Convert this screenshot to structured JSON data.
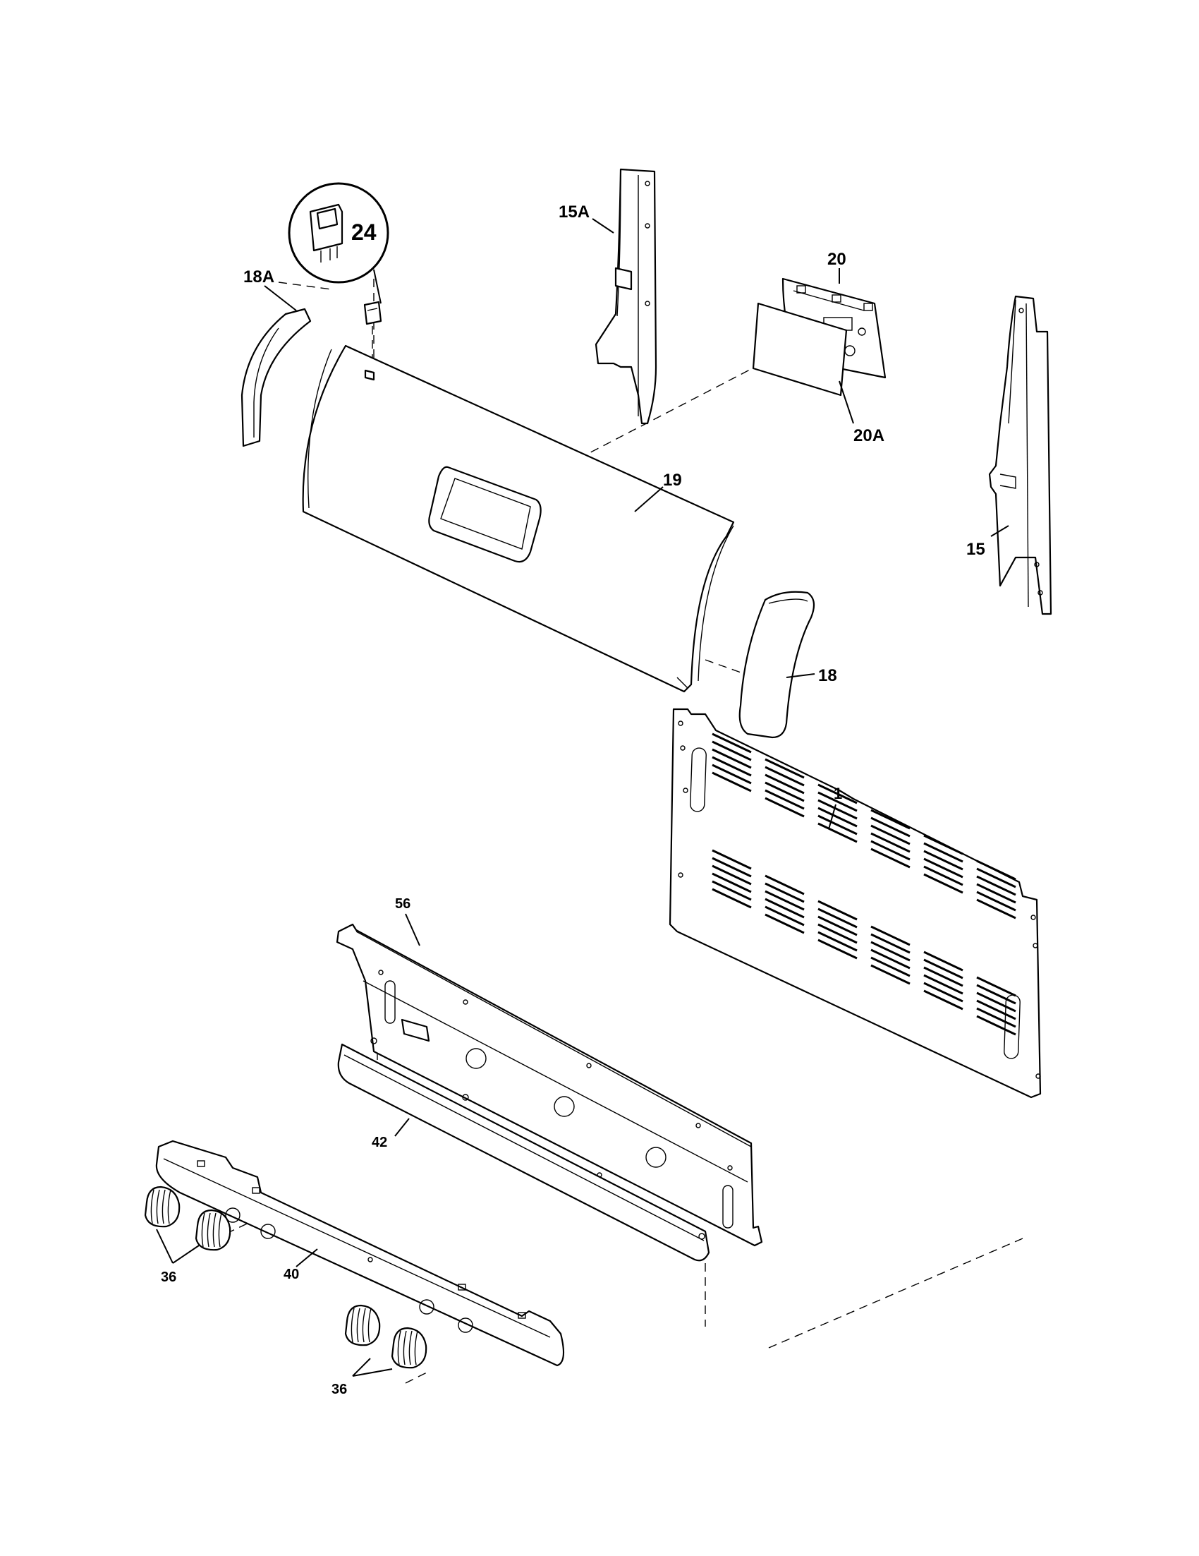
{
  "diagram": {
    "callouts": [
      {
        "id": "24",
        "text": "24"
      },
      {
        "id": "18A",
        "text": "18A"
      },
      {
        "id": "15A",
        "text": "15A"
      },
      {
        "id": "20",
        "text": "20"
      },
      {
        "id": "20A",
        "text": "20A"
      },
      {
        "id": "19",
        "text": "19"
      },
      {
        "id": "15",
        "text": "15"
      },
      {
        "id": "18",
        "text": "18"
      },
      {
        "id": "1",
        "text": "1"
      },
      {
        "id": "56",
        "text": "56"
      },
      {
        "id": "42",
        "text": "42"
      },
      {
        "id": "40",
        "text": "40"
      },
      {
        "id": "36a",
        "text": "36"
      },
      {
        "id": "36b",
        "text": "36"
      }
    ]
  }
}
